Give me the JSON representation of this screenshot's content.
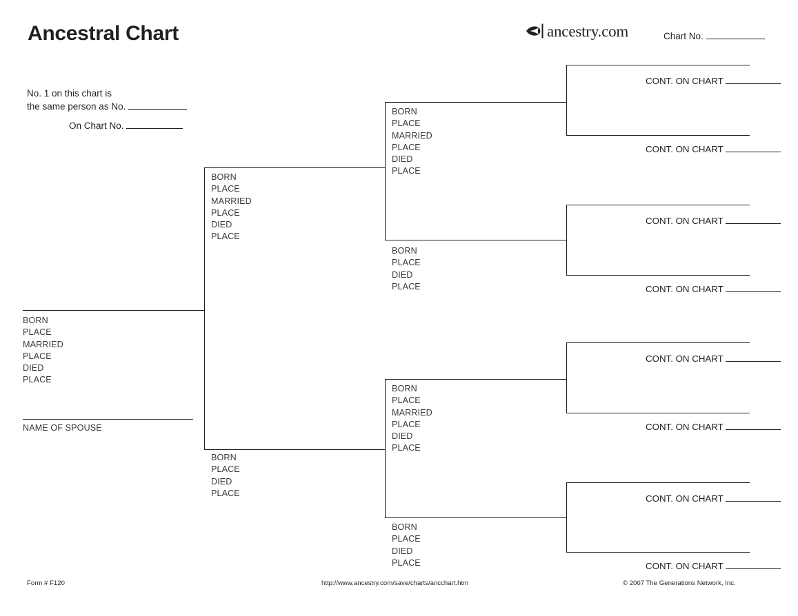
{
  "header": {
    "title": "Ancestral Chart",
    "brand_name": "ancestry.com",
    "brand_icon": "leaf-logo-icon",
    "chart_no_label": "Chart No."
  },
  "same_person_note": {
    "line1": "No. 1 on this chart is",
    "line2": "the same person as No.",
    "line3": "On Chart No."
  },
  "fields": {
    "born": "BORN",
    "place": "PLACE",
    "married": "MARRIED",
    "died": "DIED",
    "name_of_spouse": "NAME OF SPOUSE",
    "cont_on_chart": "CONT. ON CHART"
  },
  "chart_data": {
    "type": "diagram",
    "title": "Ancestral Chart",
    "generations": 4,
    "person_1": {
      "id": 1,
      "name_line": true,
      "fields": [
        "BORN",
        "PLACE",
        "MARRIED",
        "PLACE",
        "DIED",
        "PLACE"
      ],
      "spouse_line_label": "NAME OF SPOUSE"
    },
    "generation_2": [
      {
        "id": 2,
        "role": "father",
        "fields": [
          "BORN",
          "PLACE",
          "MARRIED",
          "PLACE",
          "DIED",
          "PLACE"
        ]
      },
      {
        "id": 3,
        "role": "mother",
        "fields": [
          "BORN",
          "PLACE",
          "DIED",
          "PLACE"
        ]
      }
    ],
    "generation_3": [
      {
        "id": 4,
        "role": "father",
        "fields": [
          "BORN",
          "PLACE",
          "MARRIED",
          "PLACE",
          "DIED",
          "PLACE"
        ]
      },
      {
        "id": 5,
        "role": "mother",
        "fields": [
          "BORN",
          "PLACE",
          "DIED",
          "PLACE"
        ]
      },
      {
        "id": 6,
        "role": "father",
        "fields": [
          "BORN",
          "PLACE",
          "MARRIED",
          "PLACE",
          "DIED",
          "PLACE"
        ]
      },
      {
        "id": 7,
        "role": "mother",
        "fields": [
          "BORN",
          "PLACE",
          "DIED",
          "PLACE"
        ]
      }
    ],
    "generation_4": [
      {
        "id": 8,
        "cont_label": "CONT. ON CHART"
      },
      {
        "id": 9,
        "cont_label": "CONT. ON CHART"
      },
      {
        "id": 10,
        "cont_label": "CONT. ON CHART"
      },
      {
        "id": 11,
        "cont_label": "CONT. ON CHART"
      },
      {
        "id": 12,
        "cont_label": "CONT. ON CHART"
      },
      {
        "id": 13,
        "cont_label": "CONT. ON CHART"
      },
      {
        "id": 14,
        "cont_label": "CONT. ON CHART"
      },
      {
        "id": 15,
        "cont_label": "CONT. ON CHART"
      }
    ]
  },
  "footer": {
    "form_number": "Form # F120",
    "url": "http://www.ancestry.com/save/charts/ancchart.htm",
    "copyright": "© 2007 The Generations Network, Inc."
  },
  "colors": {
    "ink": "#231f20",
    "field_text": "#3a3a3c",
    "page": "#ffffff"
  }
}
